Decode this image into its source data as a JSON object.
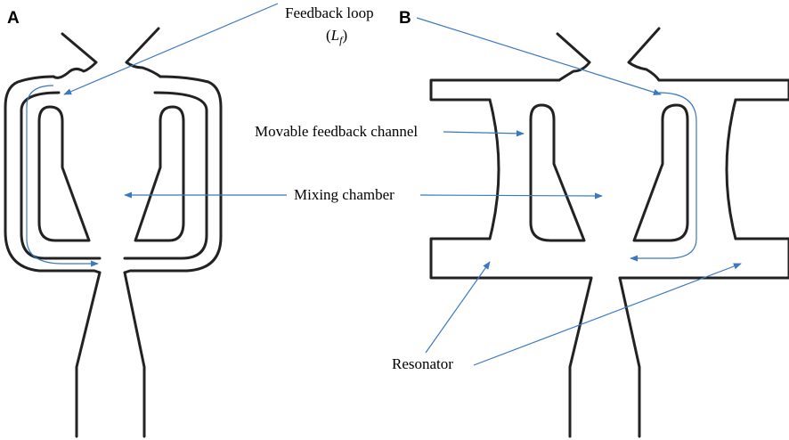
{
  "colors": {
    "outline": "#222222",
    "arrow": "#3a78c2",
    "text": "#000000"
  },
  "panels": {
    "a": "A",
    "b": "B"
  },
  "labels": {
    "feedback_loop": "Feedback loop",
    "feedback_loop_symbol_base": "L",
    "feedback_loop_symbol_sub": "f",
    "movable_feedback_channel": "Movable feedback channel",
    "mixing_chamber": "Mixing chamber",
    "resonator": "Resonator"
  }
}
